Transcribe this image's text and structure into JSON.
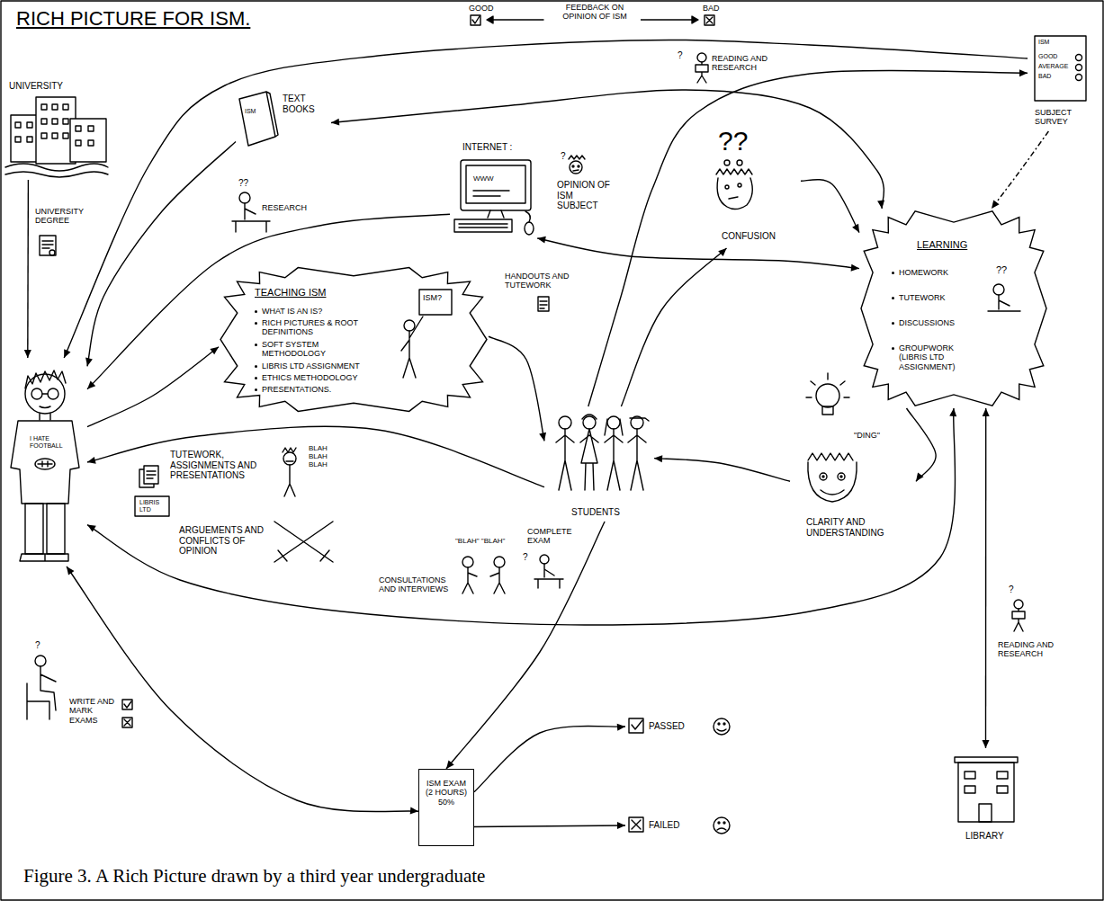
{
  "diagram": {
    "title": "RICH PICTURE FOR ISM.",
    "caption": "Figure 3. A Rich Picture drawn by a third year undergraduate",
    "nodes": [
      {
        "text": [
          "UNIVERSITY"
        ]
      },
      {
        "text": [
          "TEXT BOOKS",
          "ISM"
        ]
      },
      {
        "text": [
          "INTERNET :",
          "WWW"
        ]
      },
      {
        "text": [
          "ISM",
          "GOOD",
          "AVERAGE",
          "BAD",
          "SUBJECT SURVEY"
        ]
      },
      {
        "text": [
          "I HATE FOOTBALL"
        ]
      },
      {
        "text": [
          "TEACHING ISM",
          "WHAT IS AN IS?",
          "RICH PICTURES & ROOT DEFINITIONS",
          "SOFT SYSTEM METHODOLOGY",
          "LIBRIS LTD ASSIGNMENT",
          "ETHICS METHODOLOGY",
          "PRESENTATIONS.",
          "ISM?"
        ]
      },
      {
        "text": [
          "STUDENTS"
        ]
      },
      {
        "text": [
          "??",
          "CONFUSION"
        ]
      },
      {
        "text": [
          "LEARNING",
          "HOMEWORK",
          "TUTEWORK",
          "DISCUSSIONS",
          "GROUPWORK (LIBRIS LTD ASSIGNMENT)",
          "??"
        ]
      },
      {
        "text": [
          "CLARITY AND UNDERSTANDING"
        ]
      },
      {
        "text": [
          "ISM EXAM (2 HOURS) 50%"
        ]
      },
      {
        "text": [
          "PASSED"
        ]
      },
      {
        "text": [
          "FAILED"
        ]
      },
      {
        "text": [
          "LIBRARY"
        ]
      }
    ],
    "edges": [
      {
        "from": 0,
        "to": 4,
        "arrow": "to",
        "label": "UNIVERSITY DEGREE"
      },
      {
        "from": 1,
        "to": 4,
        "arrow": "to"
      },
      {
        "from": 2,
        "to": 4,
        "arrow": "to",
        "label": "RESEARCH"
      },
      {
        "from": 3,
        "to": 4,
        "arrow": "to",
        "label": "FEEDBACK ON OPINION OF ISM"
      },
      {
        "from": 1,
        "to": 8,
        "arrow": "both",
        "label": "READING AND RESEARCH"
      },
      {
        "from": 2,
        "to": 8,
        "arrow": "both"
      },
      {
        "from": 6,
        "to": 3,
        "arrow": "to",
        "label": "OPINION OF ISM SUBJECT"
      },
      {
        "from": 3,
        "to": 8,
        "arrow": "to"
      },
      {
        "from": 4,
        "to": 5,
        "arrow": "to"
      },
      {
        "from": 5,
        "to": 6,
        "arrow": "to",
        "label": "HANDOUTS AND TUTEWORK"
      },
      {
        "from": 6,
        "to": 7,
        "arrow": "to"
      },
      {
        "from": 7,
        "to": 8,
        "arrow": "to"
      },
      {
        "from": 8,
        "to": 9,
        "arrow": "to"
      },
      {
        "from": 9,
        "to": 6,
        "arrow": "to"
      },
      {
        "from": 6,
        "to": 4,
        "arrow": "to",
        "label": "TUTEWORK, ASSIGNMENTS AND PRESENTATIONS"
      },
      {
        "from": 8,
        "to": 4,
        "arrow": "both",
        "label": "ARGUEMENTS AND CONFLICTS OF OPINION"
      },
      {
        "from": 6,
        "to": 10,
        "arrow": "to",
        "label": "COMPLETE EXAM"
      },
      {
        "from": 4,
        "to": 10,
        "arrow": "both",
        "label": "WRITE AND MARK EXAMS"
      },
      {
        "from": 10,
        "to": 11,
        "arrow": "to"
      },
      {
        "from": 10,
        "to": 12,
        "arrow": "to"
      },
      {
        "from": 8,
        "to": 13,
        "arrow": "both",
        "label": "READING AND RESEARCH"
      }
    ],
    "labels": [
      "GOOD",
      "BAD",
      "??",
      "?",
      "?",
      "BLAH BLAH BLAH",
      "LIBRIS LTD",
      "CONSULTATIONS AND INTERVIEWS",
      "\"BLAH\" \"BLAH\"",
      "\"DING\"",
      "?",
      "?",
      "?"
    ]
  }
}
